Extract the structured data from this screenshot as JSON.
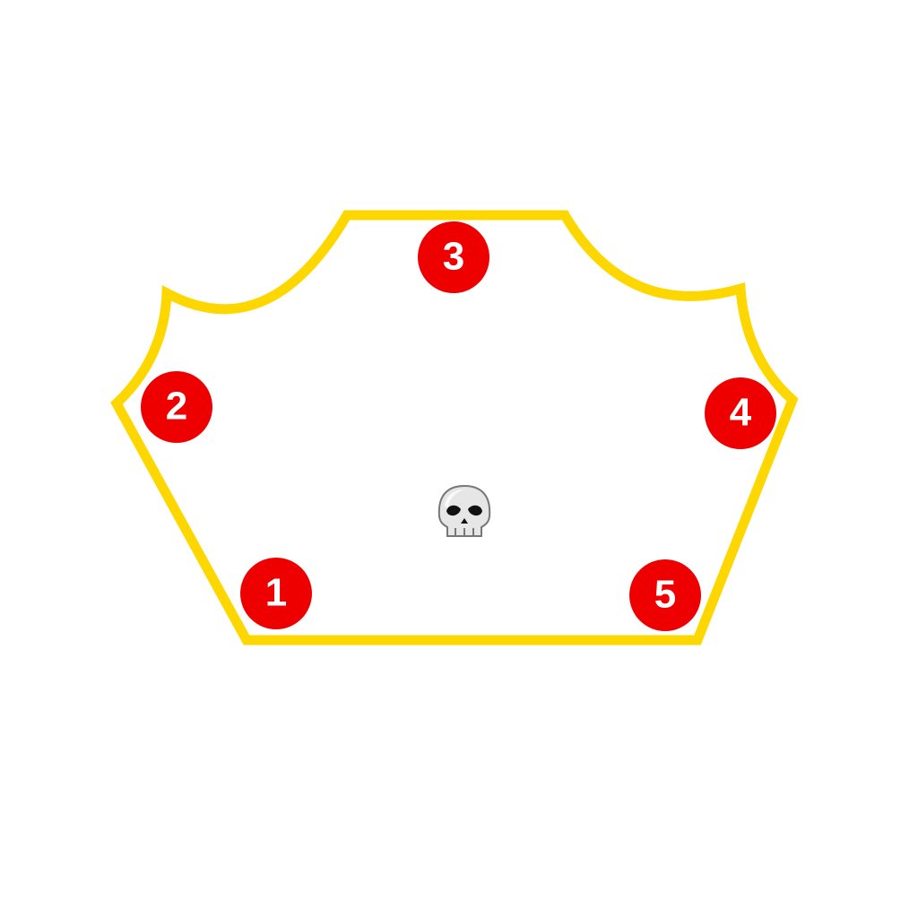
{
  "colors": {
    "outline": "#FFD700",
    "marker_fill": "#EE0000",
    "marker_text": "#FFFFFF",
    "background": "#FFFFFF"
  },
  "markers": [
    {
      "label": "1"
    },
    {
      "label": "2"
    },
    {
      "label": "3"
    },
    {
      "label": "4"
    },
    {
      "label": "5"
    }
  ],
  "center_icon": "skull-icon"
}
